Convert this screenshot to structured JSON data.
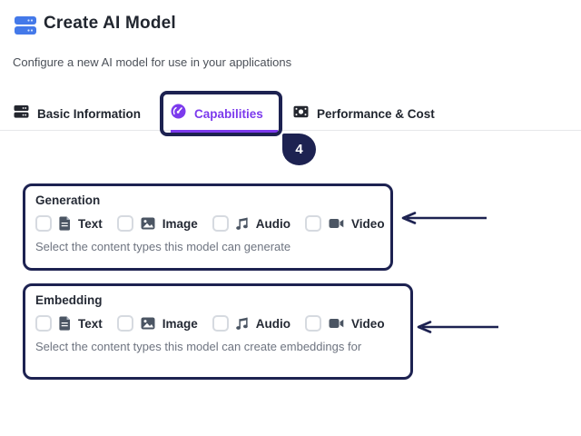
{
  "header": {
    "title": "Create AI Model",
    "subtitle": "Configure a new AI model for use in your applications"
  },
  "tabs": [
    {
      "label": "Basic Information",
      "icon": "server-stack-icon",
      "active": false
    },
    {
      "label": "Capabilities",
      "icon": "gauge-icon",
      "active": true
    },
    {
      "label": "Performance & Cost",
      "icon": "banknote-icon",
      "active": false
    }
  ],
  "annotations": {
    "step_badge": "4",
    "arrow_count": 2
  },
  "sections": [
    {
      "label": "Generation",
      "helper": "Select the content types this model can generate",
      "options": [
        {
          "label": "Text",
          "icon": "document-icon",
          "checked": false
        },
        {
          "label": "Image",
          "icon": "image-icon",
          "checked": false
        },
        {
          "label": "Audio",
          "icon": "music-note-icon",
          "checked": false
        },
        {
          "label": "Video",
          "icon": "video-camera-icon",
          "checked": false
        }
      ]
    },
    {
      "label": "Embedding",
      "helper": "Select the content types this model can create embeddings for",
      "options": [
        {
          "label": "Text",
          "icon": "document-icon",
          "checked": false
        },
        {
          "label": "Image",
          "icon": "image-icon",
          "checked": false
        },
        {
          "label": "Audio",
          "icon": "music-note-icon",
          "checked": false
        },
        {
          "label": "Video",
          "icon": "video-camera-icon",
          "checked": false
        }
      ]
    }
  ],
  "colors": {
    "annotation_navy": "#1d2251",
    "accent_purple": "#7c3aed",
    "brand_blue": "#4479e9",
    "text_dark": "#21262f",
    "icon_slate": "#4b5563",
    "helper_gray": "#6e7480",
    "checkbox_border": "#d6dae0",
    "tabbar_border": "#e7e8ea"
  }
}
